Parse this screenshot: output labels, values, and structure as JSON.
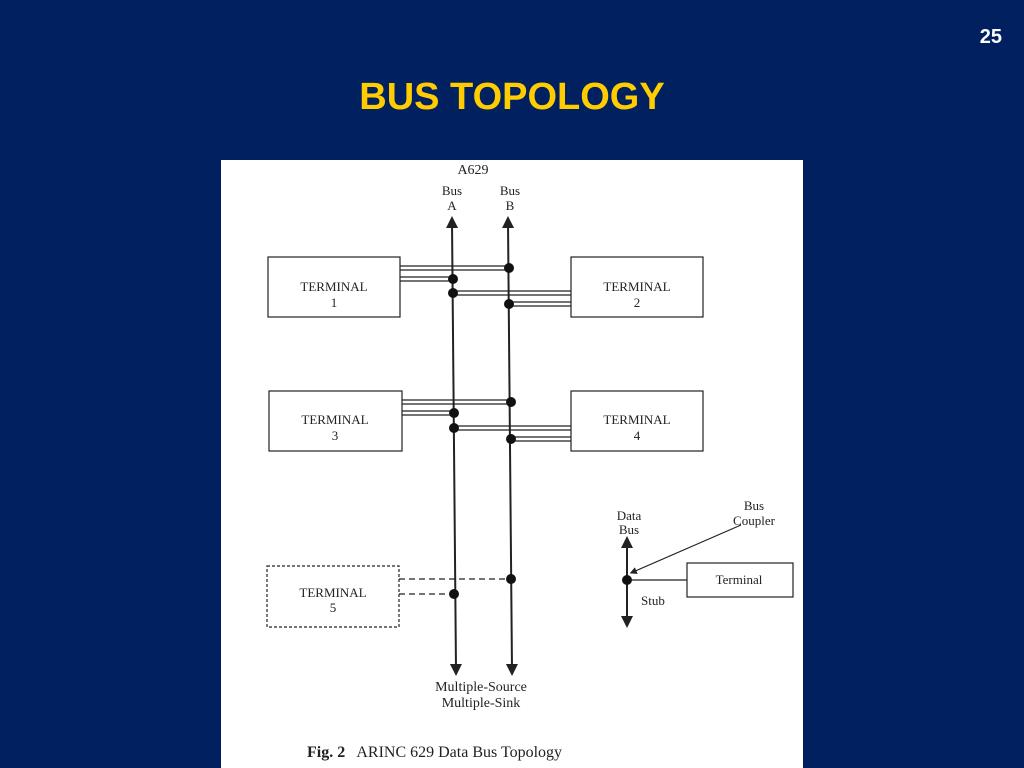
{
  "slide": {
    "number": "25",
    "title": "BUS TOPOLOGY"
  },
  "diagram": {
    "header": "A629",
    "bus_a": {
      "line1": "Bus",
      "line2": "A"
    },
    "bus_b": {
      "line1": "Bus",
      "line2": "B"
    },
    "terminals": [
      {
        "line1": "TERMINAL",
        "line2": "1"
      },
      {
        "line1": "TERMINAL",
        "line2": "2"
      },
      {
        "line1": "TERMINAL",
        "line2": "3"
      },
      {
        "line1": "TERMINAL",
        "line2": "4"
      },
      {
        "line1": "TERMINAL",
        "line2": "5"
      }
    ],
    "footer": {
      "line1": "Multiple-Source",
      "line2": "Multiple-Sink"
    },
    "legend": {
      "data_bus": {
        "line1": "Data",
        "line2": "Bus"
      },
      "bus_coupler": {
        "line1": "Bus",
        "line2": "Coupler"
      },
      "terminal": "Terminal",
      "stub": "Stub"
    },
    "caption": {
      "label": "Fig. 2",
      "text": "ARINC 629 Data Bus Topology"
    }
  },
  "colors": {
    "background": "#002060",
    "title": "#ffcc00",
    "slide_number": "#ffffff",
    "figure_bg": "#ffffff",
    "ink": "#222222"
  }
}
